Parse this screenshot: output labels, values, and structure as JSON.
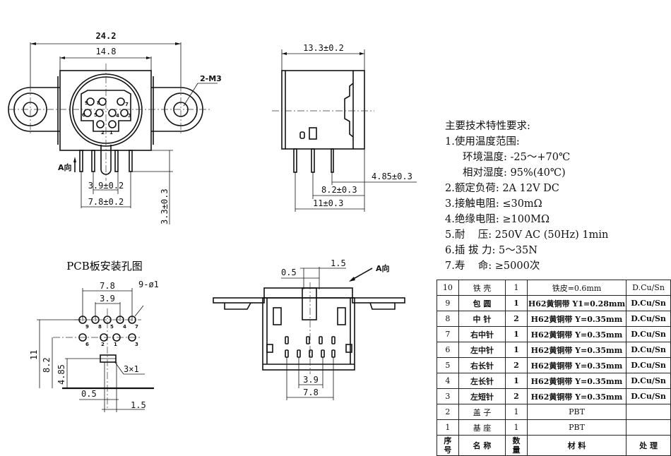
{
  "front_view": {
    "overall_width": "24.2",
    "body_width": "14.8",
    "mount_callout": "2-M3",
    "direction_label": "A向",
    "pin_spacing_inner": "3.9±0.2",
    "pin_spacing_outer": "7.8±0.2",
    "pin_length": "3.3±0.3",
    "pin_numbers": [
      "9",
      "8",
      "7",
      "6",
      "5",
      "4",
      "3",
      "2",
      "1"
    ]
  },
  "side_view": {
    "depth": "13.3±0.2",
    "pin_offset_1": "4.85±0.3",
    "pin_offset_2": "8.2±0.3",
    "pin_offset_3": "11±0.3"
  },
  "pcb_layout": {
    "title": "PCB板安装孔图",
    "outer_span": "7.8",
    "inner_span": "3.9",
    "hole_callout": "9-ø1",
    "slot_callout": "3×1",
    "row1_dist": "11",
    "row2_dist": "8.2",
    "slot_dist": "4.85",
    "slot_offset": "0.5",
    "slot_width": "1.5",
    "top_row_pins": [
      "9",
      "8",
      "5",
      "4",
      "7"
    ],
    "bottom_row_pins": [
      "6",
      "2",
      "1",
      "3"
    ]
  },
  "bottom_view": {
    "dim_a": "0.5",
    "dim_b": "1.5",
    "direction_label": "A向",
    "span_inner": "3.9",
    "span_outer": "7.8"
  },
  "specs": {
    "title": "主要技术特性要求:",
    "lines": [
      {
        "text": "1.使用温度范围:",
        "indent": false
      },
      {
        "text": "环境温度: -25～+70℃",
        "indent": true
      },
      {
        "text": "相对湿度: 95%(40℃)",
        "indent": true
      },
      {
        "text": "2.额定负荷: 2A 12V DC",
        "indent": false
      },
      {
        "text": "3.接触电阻: ≤30mΩ",
        "indent": false
      },
      {
        "text": "4.绝缘电阻: ≥100MΩ",
        "indent": false
      },
      {
        "text": "5.耐    压: 250V AC (50Hz) 1min",
        "indent": false
      },
      {
        "text": "6.插 拔 力: 5～35N",
        "indent": false
      },
      {
        "text": "7.寿    命: ≥5000次",
        "indent": false
      }
    ]
  },
  "bom": {
    "rows": [
      {
        "no": "10",
        "name": "铁 壳",
        "qty": "1",
        "material": "铁皮=0.6mm",
        "finish": "D.Cu/Sn",
        "bold": false
      },
      {
        "no": "9",
        "name": "包 圆",
        "qty": "1",
        "material": "H62黄铜带 Y1=0.28mm",
        "finish": "D.Cu/Sn",
        "bold": true
      },
      {
        "no": "8",
        "name": "中 针",
        "qty": "2",
        "material": "H62黄铜带 Y=0.35mm",
        "finish": "D.Cu/Sn",
        "bold": true
      },
      {
        "no": "7",
        "name": "右中针",
        "qty": "1",
        "material": "H62黄铜带 Y=0.35mm",
        "finish": "D.Cu/Sn",
        "bold": true
      },
      {
        "no": "6",
        "name": "左中针",
        "qty": "1",
        "material": "H62黄铜带 Y=0.35mm",
        "finish": "D.Cu/Sn",
        "bold": true
      },
      {
        "no": "5",
        "name": "右长针",
        "qty": "2",
        "material": "H62黄铜带 Y=0.35mm",
        "finish": "D.Cu/Sn",
        "bold": true
      },
      {
        "no": "4",
        "name": "左长针",
        "qty": "1",
        "material": "H62黄铜带 Y=0.35mm",
        "finish": "D.Cu/Sn",
        "bold": true
      },
      {
        "no": "3",
        "name": "左短针",
        "qty": "2",
        "material": "H62黄铜带 Y=0.35mm",
        "finish": "D.Cu/Sn",
        "bold": true
      },
      {
        "no": "2",
        "name": "盖 子",
        "qty": "1",
        "material": "PBT",
        "finish": "",
        "bold": false
      },
      {
        "no": "1",
        "name": "基 座",
        "qty": "1",
        "material": "PBT",
        "finish": "",
        "bold": false
      }
    ],
    "header": {
      "no": "序号",
      "name": "名    称",
      "qty": "数量",
      "material": "材    料",
      "finish": "处    理"
    }
  }
}
